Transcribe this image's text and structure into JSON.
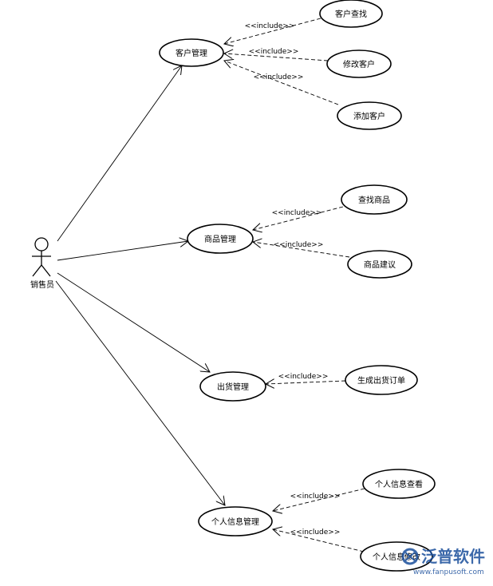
{
  "actor": {
    "label": "销售员"
  },
  "include_label": "<<include>>",
  "use_cases": {
    "customer_mgmt": "客户管理",
    "customer_search": "客户查找",
    "customer_edit": "修改客户",
    "customer_add": "添加客户",
    "product_mgmt": "商品管理",
    "product_search": "查找商品",
    "product_suggest": "商品建议",
    "shipping_mgmt": "出货管理",
    "shipping_order": "生成出货订单",
    "personal_mgmt": "个人信息管理",
    "personal_view": "个人信息查看",
    "personal_edit": "个人信息修改"
  },
  "watermark": {
    "text": "泛普软件",
    "url": "www.fanpusoft.com"
  }
}
